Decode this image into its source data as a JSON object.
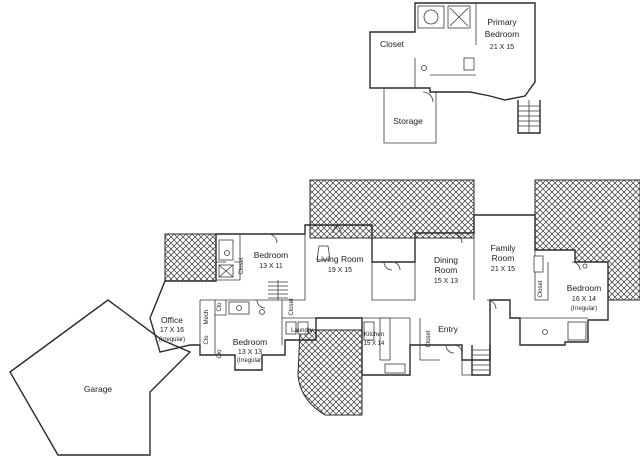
{
  "rooms": {
    "primary_bedroom": {
      "name1": "Primary",
      "name2": "Bedroom",
      "dims": "21 X 15"
    },
    "closet_upper": {
      "name": "Closet"
    },
    "storage": {
      "name": "Storage"
    },
    "bedroom_1": {
      "name": "Bedroom",
      "dims": "13 X 11"
    },
    "living_room": {
      "name": "Living Room",
      "dims": "19 X 15"
    },
    "dining_room": {
      "name1": "Dining",
      "name2": "Room",
      "dims": "15 X 13"
    },
    "family_room": {
      "name1": "Family",
      "name2": "Room",
      "dims": "21 X 15"
    },
    "bedroom_3": {
      "name": "Bedroom",
      "dims": "16 X 14",
      "note": "(Irregular)"
    },
    "office": {
      "name": "Office",
      "dims": "17 X 16",
      "note": "(Irregular)"
    },
    "bedroom_2": {
      "name": "Bedroom",
      "dims": "13 X 13",
      "note": "(Irregular)"
    },
    "laundry": {
      "name": "Laundry"
    },
    "kitchen": {
      "name": "Kitchen",
      "dims": "15 X 14"
    },
    "entry": {
      "name": "Entry"
    },
    "garage": {
      "name": "Garage"
    }
  },
  "closet_tags": {
    "bed1": "Closet",
    "bed1_hall": "Closet",
    "entry": "Closet",
    "bed3": "Closet",
    "office_a": "Clo",
    "office_b": "Mech",
    "office_c": "Clo",
    "bed2": "Clo"
  }
}
